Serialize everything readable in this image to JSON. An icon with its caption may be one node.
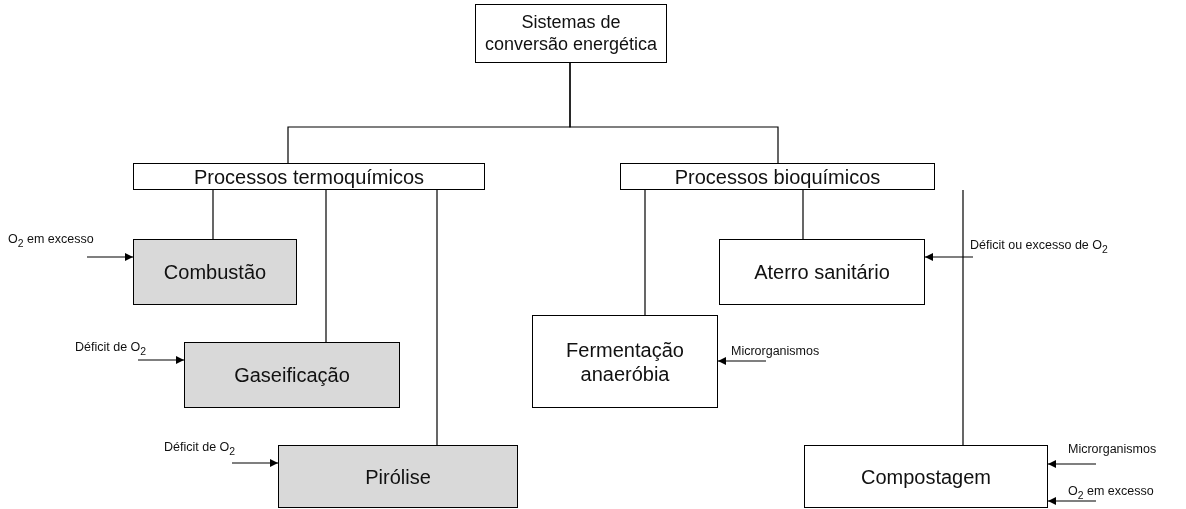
{
  "diagram": {
    "nodes": [
      {
        "text": [
          "Sistemas de conversão energética"
        ]
      },
      {
        "text": [
          "Processos termoquímicos"
        ]
      },
      {
        "text": [
          "Processos bioquímicos"
        ]
      },
      {
        "text": [
          "Combustão"
        ]
      },
      {
        "text": [
          "Gaseificação"
        ]
      },
      {
        "text": [
          "Pirólise"
        ]
      },
      {
        "text": [
          "Aterro sanitário"
        ]
      },
      {
        "text": [
          "Fermentação anaeróbia"
        ]
      },
      {
        "text": [
          "Compostagem"
        ]
      },
      {
        "text": [
          "O$_{2}$ em excesso"
        ]
      },
      {
        "text": [
          "Déficit de O$_{2}$"
        ]
      },
      {
        "text": [
          "Déficit de O$_{2}$"
        ]
      },
      {
        "text": [
          "Déficit ou excesso de O$_{2}$"
        ]
      },
      {
        "text": [
          "Microrganismos"
        ]
      },
      {
        "text": [
          "Microrganismos"
        ]
      },
      {
        "text": [
          "O$_{2}$ em excesso"
        ]
      }
    ],
    "edges": [
      {
        "from": 0,
        "to": 1,
        "arrow": "none"
      },
      {
        "from": 0,
        "to": 2,
        "arrow": "none"
      },
      {
        "from": 1,
        "to": 3,
        "arrow": "none"
      },
      {
        "from": 1,
        "to": 4,
        "arrow": "none"
      },
      {
        "from": 1,
        "to": 5,
        "arrow": "none"
      },
      {
        "from": 2,
        "to": 7,
        "arrow": "none"
      },
      {
        "from": 2,
        "to": 6,
        "arrow": "none"
      },
      {
        "from": 2,
        "to": 8,
        "arrow": "none"
      },
      {
        "from": 9,
        "to": 3,
        "arrow": "to"
      },
      {
        "from": 10,
        "to": 4,
        "arrow": "to"
      },
      {
        "from": 11,
        "to": 5,
        "arrow": "to"
      },
      {
        "from": 12,
        "to": 6,
        "arrow": "to"
      },
      {
        "from": 13,
        "to": 7,
        "arrow": "to"
      },
      {
        "from": 14,
        "to": 8,
        "arrow": "to"
      },
      {
        "from": 15,
        "to": 8,
        "arrow": "to"
      }
    ]
  }
}
